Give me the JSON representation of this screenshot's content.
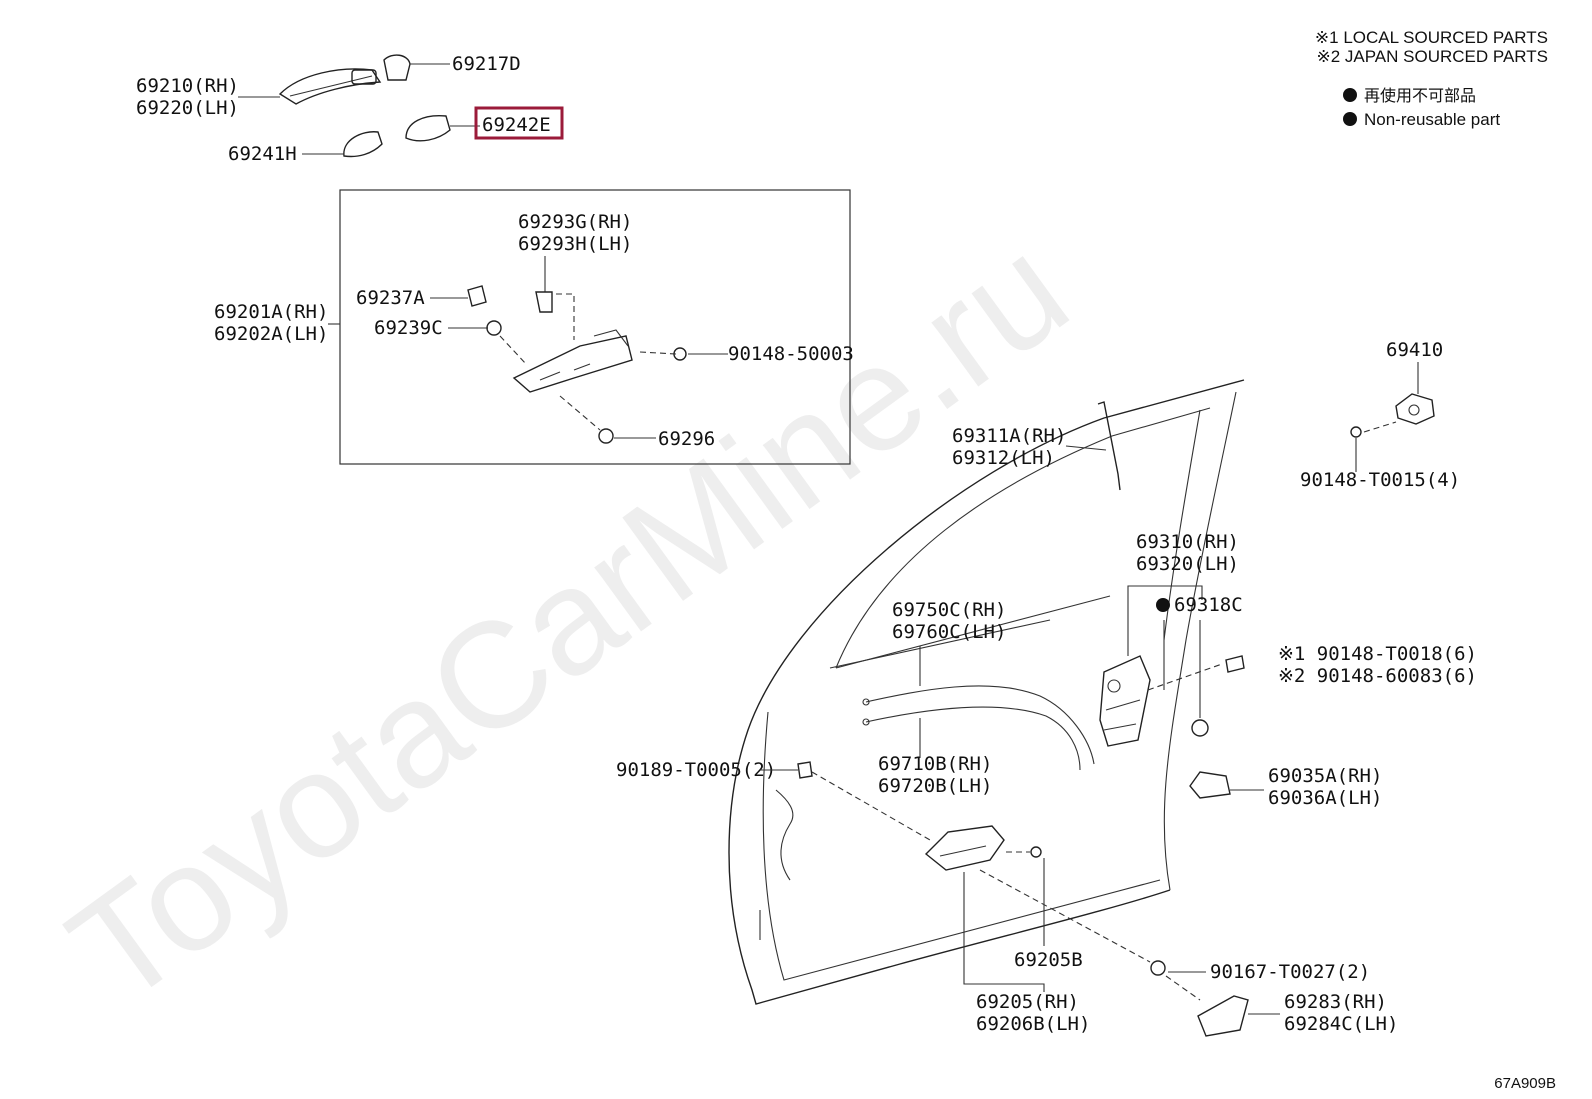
{
  "legend": {
    "note1": "※1 LOCAL SOURCED PARTS",
    "note2": "※2 JAPAN SOURCED PARTS",
    "nonreusable_jp": "再使用不可部品",
    "nonreusable_en": "Non-reusable part"
  },
  "watermark": "ToyotaCarMine.ru",
  "figure_code": "67A909B",
  "highlight_color": "#9b1b3a",
  "parts": {
    "p69217D": "69217D",
    "p69210": "69210(RH)",
    "p69220": "69220(LH)",
    "p69242E": "69242E",
    "p69241H": "69241H",
    "p69293G": "69293G(RH)",
    "p69293H": "69293H(LH)",
    "p69237A": "69237A",
    "p69201A": "69201A(RH)",
    "p69202A": "69202A(LH)",
    "p69239C": "69239C",
    "p90148_50003": "90148-50003",
    "p69296": "69296",
    "p69410": "69410",
    "p90148_T0015": "90148-T0015(4)",
    "p69311A": "69311A(RH)",
    "p69312": "69312(LH)",
    "p69310": "69310(RH)",
    "p69320": "69320(LH)",
    "p69318C": "69318C",
    "p90148_T0018": "※1 90148-T0018(6)",
    "p90148_60083": "※2 90148-60083(6)",
    "p69750C": "69750C(RH)",
    "p69760C": "69760C(LH)",
    "p69710B": "69710B(RH)",
    "p69720B": "69720B(LH)",
    "p90189": "90189-T0005(2)",
    "p69035A": "69035A(RH)",
    "p69036A": "69036A(LH)",
    "p69205B": "69205B",
    "p90167": "90167-T0027(2)",
    "p69205": "69205(RH)",
    "p69206B": "69206B(LH)",
    "p69283": "69283(RH)",
    "p69284C": "69284C(LH)"
  }
}
